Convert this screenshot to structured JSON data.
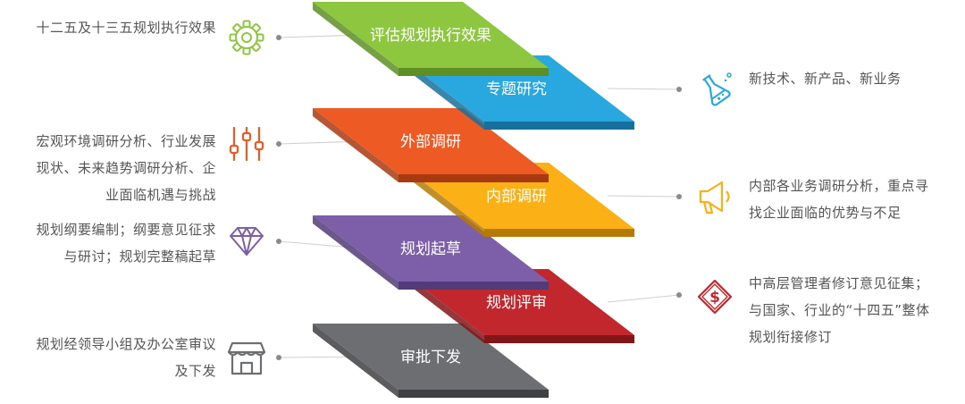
{
  "layers": [
    {
      "label": "评估规划执行效果",
      "color": "#8dc63f",
      "dark": "#5d8f24",
      "side": "left",
      "desc": [
        "十二五及十三五规划执行效果"
      ],
      "icon": "gear-icon",
      "icon_color": "#8dc63f"
    },
    {
      "label": "专题研究",
      "color": "#29a8e0",
      "dark": "#17709b",
      "side": "right",
      "desc": [
        "新技术、新产品、新业务"
      ],
      "icon": "flask-icon",
      "icon_color": "#29a8e0"
    },
    {
      "label": "外部调研",
      "color": "#ee5a24",
      "dark": "#a83a11",
      "side": "left",
      "desc": [
        "宏观环境调研分析、行业发展",
        "现状、未来趋势调研分析、企",
        "业面临机遇与挑战"
      ],
      "icon": "sliders-icon",
      "icon_color": "#ee5a24"
    },
    {
      "label": "内部调研",
      "color": "#fbb116",
      "dark": "#b57a05",
      "side": "right",
      "desc": [
        "内部各业务调研分析，重点寻",
        "找企业面临的优势与不足"
      ],
      "icon": "megaphone-icon",
      "icon_color": "#fbb116"
    },
    {
      "label": "规划起草",
      "color": "#7d5ea8",
      "dark": "#533b78",
      "side": "left",
      "desc": [
        "规划纲要编制；纲要意见征求",
        "与研讨；规划完整稿起草"
      ],
      "icon": "diamond-icon",
      "icon_color": "#7d5ea8"
    },
    {
      "label": "规划评审",
      "color": "#c1272d",
      "dark": "#831519",
      "side": "right",
      "desc": [
        "中高层管理者修订意见征集；",
        "与国家、行业的“十四五”整体",
        "规划衔接修订"
      ],
      "icon": "money-icon",
      "icon_color": "#c1272d"
    },
    {
      "label": "审批下发",
      "color": "#6d6e71",
      "dark": "#3f4042",
      "side": "left",
      "desc": [
        "规划经领导小组及办公室审议",
        "及下发"
      ],
      "icon": "store-icon",
      "icon_color": "#6d6e71"
    }
  ]
}
